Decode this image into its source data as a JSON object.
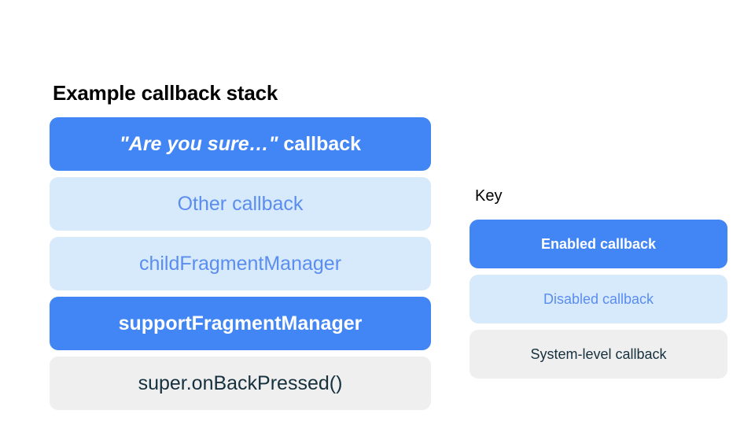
{
  "stack": {
    "title": "Example callback stack",
    "items": [
      {
        "label": "\"Are you sure…\" callback",
        "quoted_part": "\"Are you sure…\"",
        "plain_part": " callback",
        "state": "enabled"
      },
      {
        "label": "Other callback",
        "state": "disabled"
      },
      {
        "label": "childFragmentManager",
        "state": "disabled"
      },
      {
        "label": "supportFragmentManager",
        "state": "enabled"
      },
      {
        "label": "super.onBackPressed()",
        "state": "system"
      }
    ]
  },
  "key": {
    "title": "Key",
    "items": [
      {
        "label": "Enabled callback",
        "state": "enabled"
      },
      {
        "label": "Disabled callback",
        "state": "disabled"
      },
      {
        "label": "System-level callback",
        "state": "system"
      }
    ]
  },
  "colors": {
    "enabled_bg": "#4285F4",
    "enabled_text": "#FFFFFF",
    "disabled_bg": "#D6EAFB",
    "disabled_text": "#5B8DEF",
    "system_bg": "#EFEFEF",
    "system_text": "#16303E",
    "page_bg": "#FFFFFF",
    "title_text": "#000000"
  }
}
